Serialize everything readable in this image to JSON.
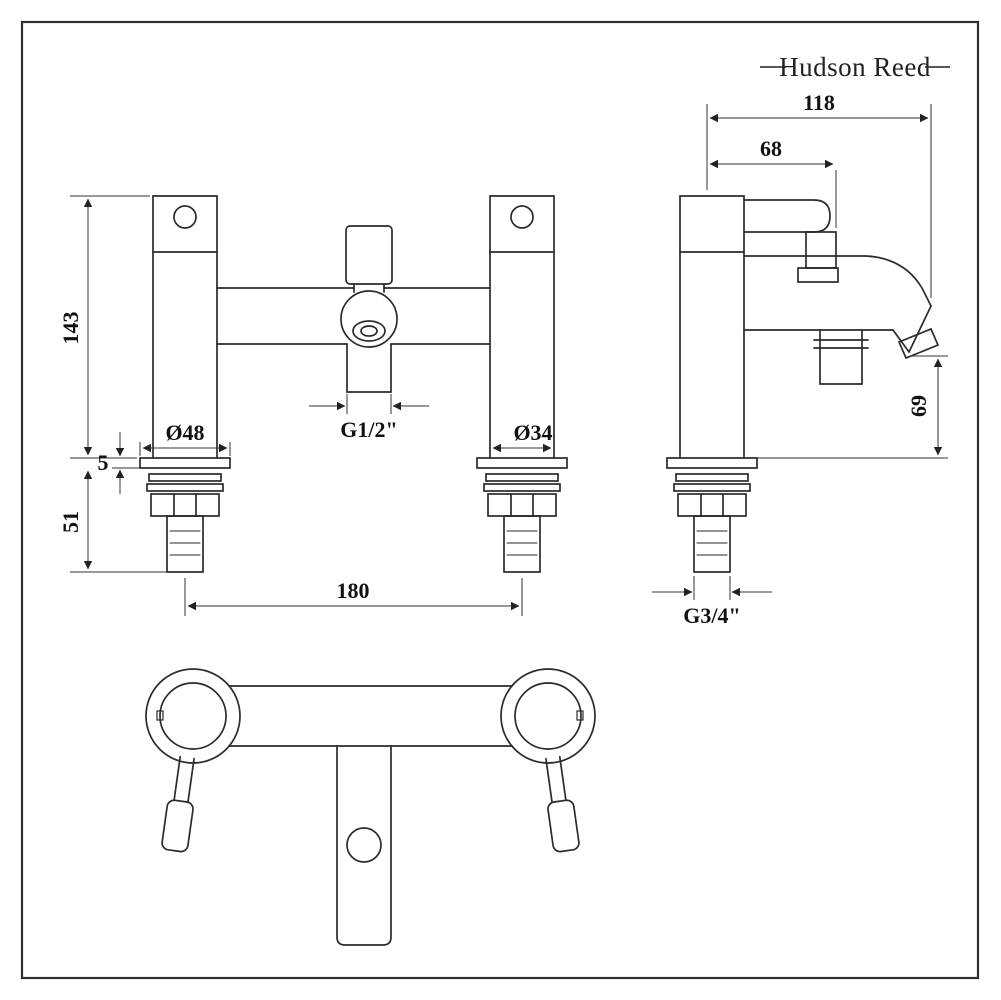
{
  "brand": {
    "name": "Hudson Reed"
  },
  "colors": {
    "line": "#2b2b2b",
    "dim_line": "#333333",
    "text": "#111111"
  },
  "dimensions": {
    "front_height": "143",
    "plate_thickness": "5",
    "shank_length": "51",
    "flange_diameter": "Ø48",
    "body_diameter": "Ø34",
    "shower_outlet_thread": "G1/2\"",
    "tap_centres": "180",
    "total_depth": "118",
    "body_depth": "68",
    "spout_clearance": "69",
    "inlet_thread": "G3/4\""
  }
}
